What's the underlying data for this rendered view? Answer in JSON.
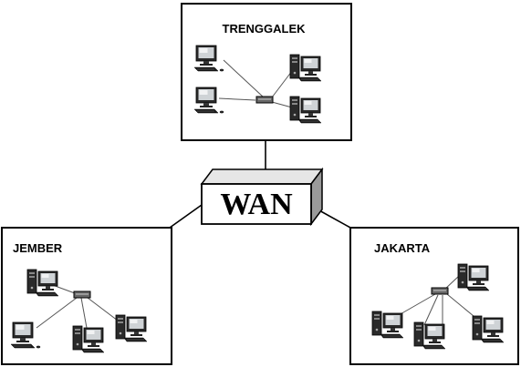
{
  "wan": {
    "label": "WAN"
  },
  "sites": {
    "trenggalek": {
      "label": "TRENGGALEK"
    },
    "jember": {
      "label": "JEMBER"
    },
    "jakarta": {
      "label": "JAKARTA"
    }
  }
}
